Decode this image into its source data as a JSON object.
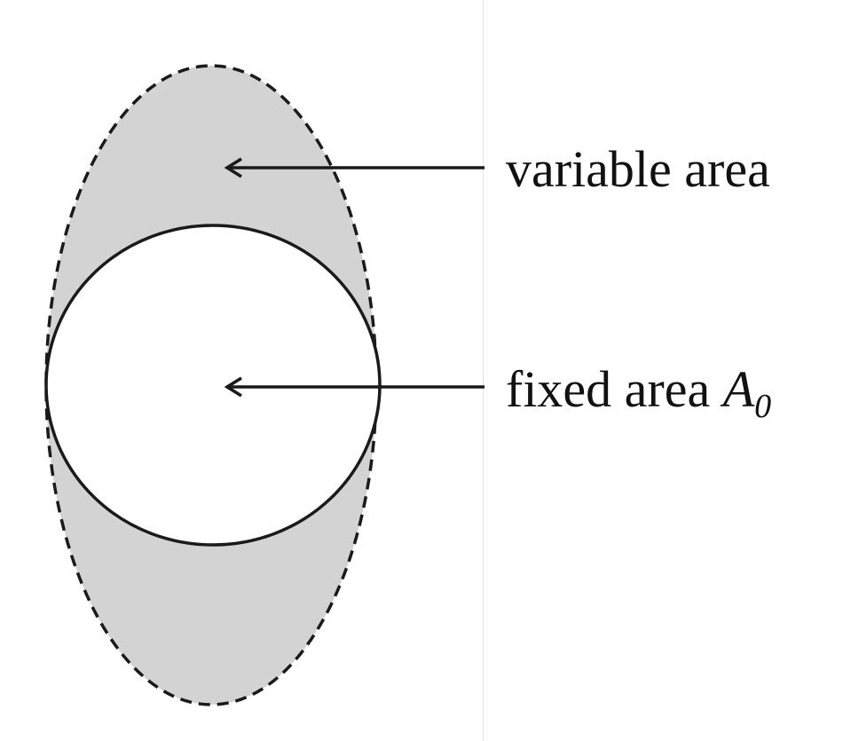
{
  "labels": {
    "variable_area": "variable area",
    "fixed_area_text": "fixed area ",
    "fixed_area_symbol": "A",
    "fixed_area_subscript": "0"
  },
  "colors": {
    "variable_fill": "#d3d3d3",
    "fixed_fill": "#ffffff",
    "stroke": "#1a1a1a",
    "divider": "#e3e3e3"
  },
  "icons": {
    "pointer_variable": "arrow-left-icon",
    "pointer_fixed": "arrow-left-icon"
  }
}
